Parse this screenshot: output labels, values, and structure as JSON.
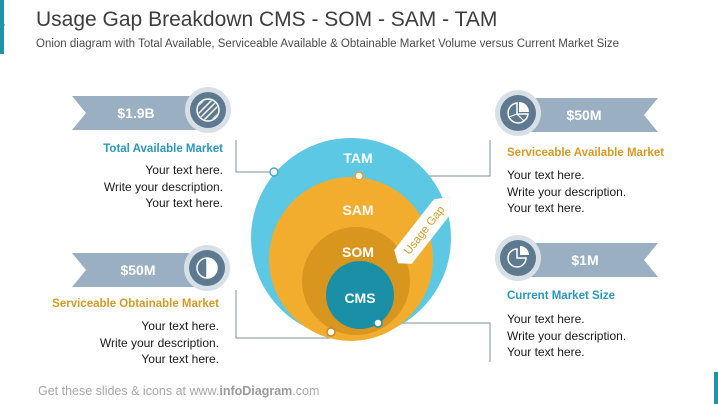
{
  "header": {
    "title": "Usage Gap Breakdown CMS - SOM - SAM - TAM",
    "subtitle": "Onion diagram with Total Available, Serviceable Available & Obtainable Market Volume versus Current Market Size"
  },
  "rings": {
    "tam": "TAM",
    "sam": "SAM",
    "som": "SOM",
    "cms": "CMS"
  },
  "usage_gap": "Usage Gap",
  "items": [
    {
      "value": "$1.9B",
      "label": "Total Available Market",
      "icon": "striped-circle-icon",
      "lines": [
        "Your text here.",
        "Write your description.",
        "Your text here."
      ]
    },
    {
      "value": "$50M",
      "label": "Serviceable Available Market",
      "icon": "pie-chart-icon",
      "lines": [
        "Your text here.",
        "Write your description.",
        "Your text here."
      ]
    },
    {
      "value": "$50M",
      "label": "Serviceable Obtainable Market",
      "icon": "half-circle-icon",
      "lines": [
        "Your text here.",
        "Write your description.",
        "Your text here."
      ]
    },
    {
      "value": "$1M",
      "label": "Current Market Size",
      "icon": "pie-slice-icon",
      "lines": [
        "Your text here.",
        "Write your description.",
        "Your text here."
      ]
    }
  ],
  "footer": {
    "prefix": "Get these slides & icons at www.",
    "brand": "infoDiagram",
    "suffix": ".com"
  },
  "colors": {
    "tam": "#5cc8e3",
    "sam": "#f2ad2f",
    "som": "#d9961f",
    "cms": "#1a8fa6",
    "banner": "#9ab0c2",
    "icon_circle": "#5e7a90",
    "blue_label": "#2a97bd",
    "orange_label": "#d69a24"
  }
}
